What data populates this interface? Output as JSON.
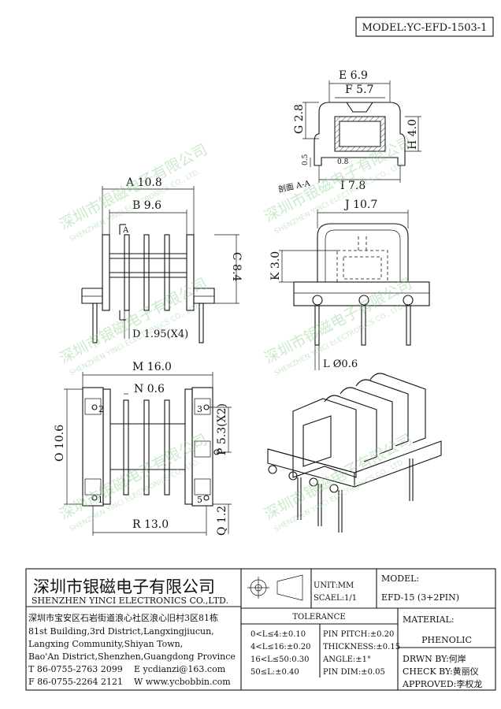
{
  "model_header": "MODEL:YC-EFD-1503-1",
  "dims": {
    "A": "A 10.8",
    "B": "B 9.6",
    "C": "C 8.4",
    "D": "D 1.95(X4)",
    "E": "E 6.9",
    "F": "F 5.7",
    "G": "G 2.8",
    "H": "H 4.0",
    "I": "I 7.8",
    "J": "J 10.7",
    "K": "K 3.0",
    "L": "L Ø0.6",
    "M": "M 16.0",
    "N": "N 0.6",
    "O": "O 10.6",
    "P": "P 5.3(X2)",
    "Q": "Q 1.2",
    "R": "R 13.0",
    "small_05": "0.5",
    "small_08": "0.8",
    "section_mark": "A",
    "section_label": "剖面 A-A"
  },
  "pins": {
    "p1": "1",
    "p2": "2",
    "p3": "3",
    "p5": "5"
  },
  "watermark": {
    "cn": "深圳市银磁电子有限公司",
    "en": "SHENZHEN YINCI ELECTRONICS CO., LTD."
  },
  "title_block": {
    "company_cn": "深圳市银磁电子有限公司",
    "company_en": "SHENZHEN YINCI ELECTRONICS CO.,LTD.",
    "address_lines": [
      "深圳市宝安区石岩街道浪心社区浪心旧村3区81栋",
      "81st Building,3rd District,Langxingjiucun,",
      "Langxing Community,Shiyan Town,",
      "Bao'An District,Shenzhen,Guangdong Province"
    ],
    "tel": "T 86-0755-2763 2099",
    "email": "E ycdianzi@163.com",
    "fax": "F 86-0755-2264 2121",
    "web": "W www.ycbobbin.com",
    "unit": "UNIT:MM",
    "scale": "SCAEL:1/1",
    "model_label": "MODEL:",
    "model_value": "EFD-15 (3+2PIN)",
    "tolerance_title": "TOLERANCE",
    "tolerance": [
      "0<L≤4:±0.10",
      "4<L≤16:±0.20",
      "16<L≤50:0.30",
      "50≤L:±0.40"
    ],
    "pin_specs": [
      "PIN PITCH:±0.20",
      "THICKNESS:±0.15",
      "ANGLE:±1°",
      "PIN DIM:±0.05"
    ],
    "material_label": "MATERIAL:",
    "material_value": "PHENOLIC",
    "drawn_by": "DRWN BY:何岸",
    "check_by": "CHECK BY:黄丽仪",
    "approved": "APPROVED:李权龙"
  }
}
